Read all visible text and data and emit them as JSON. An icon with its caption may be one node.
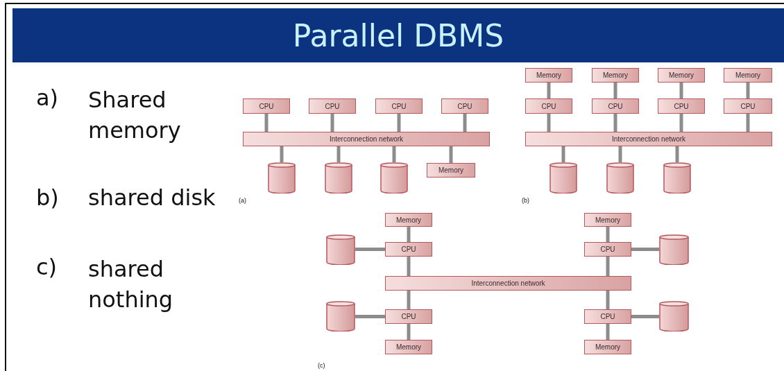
{
  "diagram": {
    "title": "Parallel DBMS",
    "nodes": [
      {
        "text": [
          "CPU"
        ]
      },
      {
        "text": [
          "CPU"
        ]
      },
      {
        "text": [
          "CPU"
        ]
      },
      {
        "text": [
          "CPU"
        ]
      },
      {
        "text": [
          "Interconnection network"
        ]
      },
      {
        "text": [],
        "shape": "cylinder"
      },
      {
        "text": [],
        "shape": "cylinder"
      },
      {
        "text": [],
        "shape": "cylinder"
      },
      {
        "text": [
          "Memory"
        ]
      },
      {
        "text": [
          "Memory"
        ]
      },
      {
        "text": [
          "Memory"
        ]
      },
      {
        "text": [
          "Memory"
        ]
      },
      {
        "text": [
          "Memory"
        ]
      },
      {
        "text": [
          "CPU"
        ]
      },
      {
        "text": [
          "CPU"
        ]
      },
      {
        "text": [
          "CPU"
        ]
      },
      {
        "text": [
          "CPU"
        ]
      },
      {
        "text": [
          "Interconnection network"
        ]
      },
      {
        "text": [],
        "shape": "cylinder"
      },
      {
        "text": [],
        "shape": "cylinder"
      },
      {
        "text": [],
        "shape": "cylinder"
      },
      {
        "text": [
          "Memory"
        ]
      },
      {
        "text": [
          "Memory"
        ]
      },
      {
        "text": [],
        "shape": "cylinder"
      },
      {
        "text": [
          "CPU"
        ]
      },
      {
        "text": [
          "CPU"
        ]
      },
      {
        "text": [],
        "shape": "cylinder"
      },
      {
        "text": [
          "Interconnection network"
        ]
      },
      {
        "text": [],
        "shape": "cylinder"
      },
      {
        "text": [
          "CPU"
        ]
      },
      {
        "text": [
          "CPU"
        ]
      },
      {
        "text": [],
        "shape": "cylinder"
      },
      {
        "text": [
          "Memory"
        ]
      },
      {
        "text": [
          "Memory"
        ]
      }
    ],
    "edges": [
      {
        "from": 0,
        "to": 4,
        "arrow": "none"
      },
      {
        "from": 1,
        "to": 4,
        "arrow": "none"
      },
      {
        "from": 2,
        "to": 4,
        "arrow": "none"
      },
      {
        "from": 3,
        "to": 4,
        "arrow": "none"
      },
      {
        "from": 4,
        "to": 5,
        "arrow": "none"
      },
      {
        "from": 4,
        "to": 6,
        "arrow": "none"
      },
      {
        "from": 4,
        "to": 7,
        "arrow": "none"
      },
      {
        "from": 4,
        "to": 8,
        "arrow": "none"
      },
      {
        "from": 9,
        "to": 13,
        "arrow": "none"
      },
      {
        "from": 10,
        "to": 14,
        "arrow": "none"
      },
      {
        "from": 11,
        "to": 15,
        "arrow": "none"
      },
      {
        "from": 12,
        "to": 16,
        "arrow": "none"
      },
      {
        "from": 13,
        "to": 17,
        "arrow": "none"
      },
      {
        "from": 14,
        "to": 17,
        "arrow": "none"
      },
      {
        "from": 15,
        "to": 17,
        "arrow": "none"
      },
      {
        "from": 16,
        "to": 17,
        "arrow": "none"
      },
      {
        "from": 17,
        "to": 18,
        "arrow": "none"
      },
      {
        "from": 17,
        "to": 19,
        "arrow": "none"
      },
      {
        "from": 17,
        "to": 20,
        "arrow": "none"
      },
      {
        "from": 21,
        "to": 24,
        "arrow": "none"
      },
      {
        "from": 22,
        "to": 25,
        "arrow": "none"
      },
      {
        "from": 23,
        "to": 24,
        "arrow": "none"
      },
      {
        "from": 25,
        "to": 26,
        "arrow": "none"
      },
      {
        "from": 24,
        "to": 27,
        "arrow": "none"
      },
      {
        "from": 25,
        "to": 27,
        "arrow": "none"
      },
      {
        "from": 27,
        "to": 29,
        "arrow": "none"
      },
      {
        "from": 27,
        "to": 30,
        "arrow": "none"
      },
      {
        "from": 28,
        "to": 29,
        "arrow": "none"
      },
      {
        "from": 30,
        "to": 31,
        "arrow": "none"
      },
      {
        "from": 29,
        "to": 32,
        "arrow": "none"
      },
      {
        "from": 30,
        "to": 33,
        "arrow": "none"
      }
    ],
    "labels": [
      "a)",
      "Shared memory",
      "b)",
      "shared disk",
      "c)",
      "shared nothing",
      "(a)",
      "(b)",
      "(c)"
    ]
  }
}
